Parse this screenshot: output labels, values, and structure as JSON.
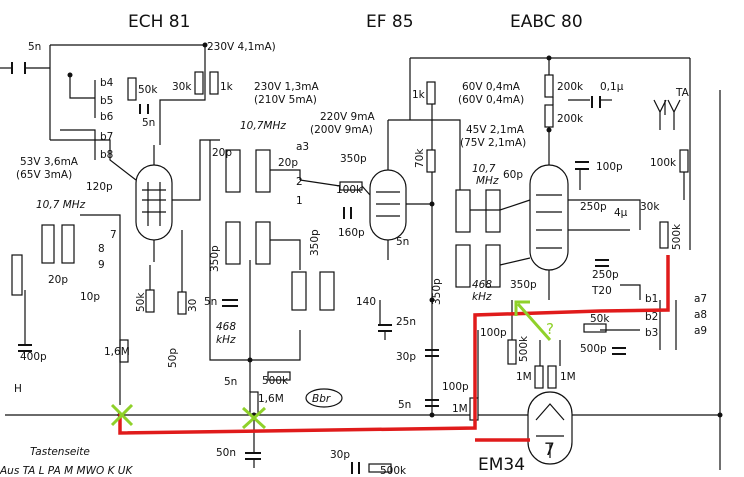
{
  "tubes": {
    "ech81": "ECH 81",
    "ef85": "EF 85",
    "eabc80": "EABC 80",
    "em34": "EM34"
  },
  "labels": {
    "v230_41": "230V 4,1mA)",
    "v230_13": "230V 1,3mA",
    "v210_5": "(210V 5mA)",
    "v220_9": "220V 9mA",
    "v200_9": "(200V 9mA)",
    "v60": "60V 0,4mA",
    "v60b": "(60V 0,4mA)",
    "v45": "45V 2,1mA",
    "v75": "(75V 2,1mA)",
    "v53": "53V 3,6mA",
    "v65": "(65V 3mA)",
    "mhz1": "10,7MHz",
    "mhz2": "10,7 MHz",
    "mhz3a": "10,7",
    "mhz3b": "MHz",
    "khz468": "468",
    "khz": "kHz",
    "khz2a": "468",
    "khz2b": "kHz",
    "r50k_a": "50k",
    "r30k": "30k",
    "r1k": "1k",
    "r1k_b": "1k",
    "r70k": "70k",
    "r100k_a": "100k",
    "r100k_b": "100k",
    "r200k_a": "200k",
    "r200k_b": "200k",
    "c01u": "0,1µ",
    "c5n_a": "5n",
    "c5n_b": "5n",
    "c5n_c": "5n",
    "c5n_d": "5n",
    "c5n_e": "5n",
    "c5n_f": "5n",
    "c20p_a": "20p",
    "c20p_b": "20p",
    "c20p_c": "20p",
    "c350p_a": "350p",
    "c350p_b": "350p",
    "c350p_c": "350p",
    "c350p_d": "350p",
    "c350p_e": "350p",
    "c160p": "160p",
    "c120p": "120p",
    "c10p": "10p",
    "c400p": "400p",
    "c140": "140",
    "c25n": "25n",
    "c30p_a": "30p",
    "c30p_b": "30p",
    "c60p": "60p",
    "c100p_a": "100p",
    "c100p_b": "100p",
    "c100p_c": "100p",
    "c250p_a": "250p",
    "c250p_b": "250p",
    "c500p": "500p",
    "c50p": "50p",
    "c50n": "50n",
    "c4u": "4µ",
    "c30": "30",
    "r50k_b": "50k",
    "r30k_b": "30k",
    "r500k_a": "500k",
    "r500k_b": "500k",
    "r500k_c": "500k",
    "r500k_d": "500k",
    "r50k_c": "50k",
    "r1_6m_a": "1,6M",
    "r1_6m_b": "1,6M",
    "r1m_a": "1M",
    "r1m_b": "1M",
    "r1m_c": "1M",
    "t120": "T20",
    "ta": "TA",
    "bbr": "Bbr",
    "h": "H",
    "tastenseite": "Tastenseite",
    "aus": "Aus TA  L  PA  M MWO  K  UK",
    "b4": "b4",
    "b5": "b5",
    "b6": "b6",
    "b7": "b7",
    "b8": "b8",
    "a3": "a3",
    "a7": "a7",
    "a8": "a8",
    "a9": "a9",
    "b1": "b1",
    "b2": "b2",
    "b3": "b3",
    "n2": "2",
    "n1": "1",
    "n7": "7",
    "n8": "8",
    "n9": "9",
    "q": "?"
  },
  "colors": {
    "ink": "#111111",
    "red_trace": "#e01b1b",
    "green_mark": "#8fd12a"
  }
}
